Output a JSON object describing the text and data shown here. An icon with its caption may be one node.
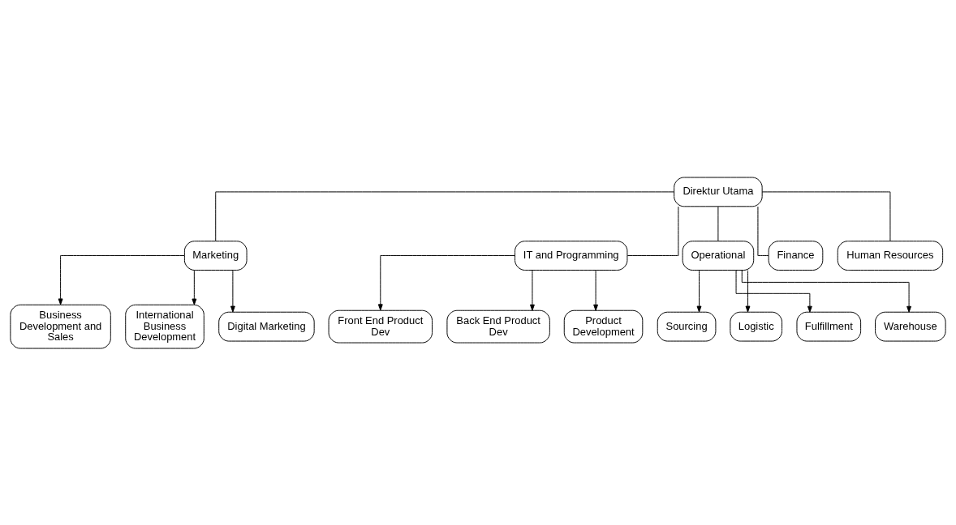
{
  "diagram": {
    "nodes": [
      {
        "text": [
          "Direktur Utama"
        ]
      },
      {
        "text": [
          "Marketing"
        ]
      },
      {
        "text": [
          "IT and Programming"
        ]
      },
      {
        "text": [
          "Operational"
        ]
      },
      {
        "text": [
          "Finance"
        ]
      },
      {
        "text": [
          "Human Resources"
        ]
      },
      {
        "text": [
          "Business Development and Sales"
        ]
      },
      {
        "text": [
          "International Business Development"
        ]
      },
      {
        "text": [
          "Digital Marketing"
        ]
      },
      {
        "text": [
          "Front End Product Dev"
        ]
      },
      {
        "text": [
          "Back End Product Dev"
        ]
      },
      {
        "text": [
          "Product Development"
        ]
      },
      {
        "text": [
          "Sourcing"
        ]
      },
      {
        "text": [
          "Logistic"
        ]
      },
      {
        "text": [
          "Fulfillment"
        ]
      },
      {
        "text": [
          "Warehouse"
        ]
      }
    ],
    "edges": [
      {
        "from": 0,
        "to": 1,
        "arrow": "none"
      },
      {
        "from": 0,
        "to": 2,
        "arrow": "none"
      },
      {
        "from": 0,
        "to": 3,
        "arrow": "none"
      },
      {
        "from": 0,
        "to": 4,
        "arrow": "none"
      },
      {
        "from": 0,
        "to": 5,
        "arrow": "none"
      },
      {
        "from": 1,
        "to": 6,
        "arrow": "to"
      },
      {
        "from": 1,
        "to": 7,
        "arrow": "to"
      },
      {
        "from": 1,
        "to": 8,
        "arrow": "to"
      },
      {
        "from": 2,
        "to": 9,
        "arrow": "to"
      },
      {
        "from": 2,
        "to": 10,
        "arrow": "to"
      },
      {
        "from": 2,
        "to": 11,
        "arrow": "to"
      },
      {
        "from": 3,
        "to": 12,
        "arrow": "to"
      },
      {
        "from": 3,
        "to": 13,
        "arrow": "to"
      },
      {
        "from": 3,
        "to": 14,
        "arrow": "to"
      },
      {
        "from": 3,
        "to": 15,
        "arrow": "to"
      }
    ]
  }
}
